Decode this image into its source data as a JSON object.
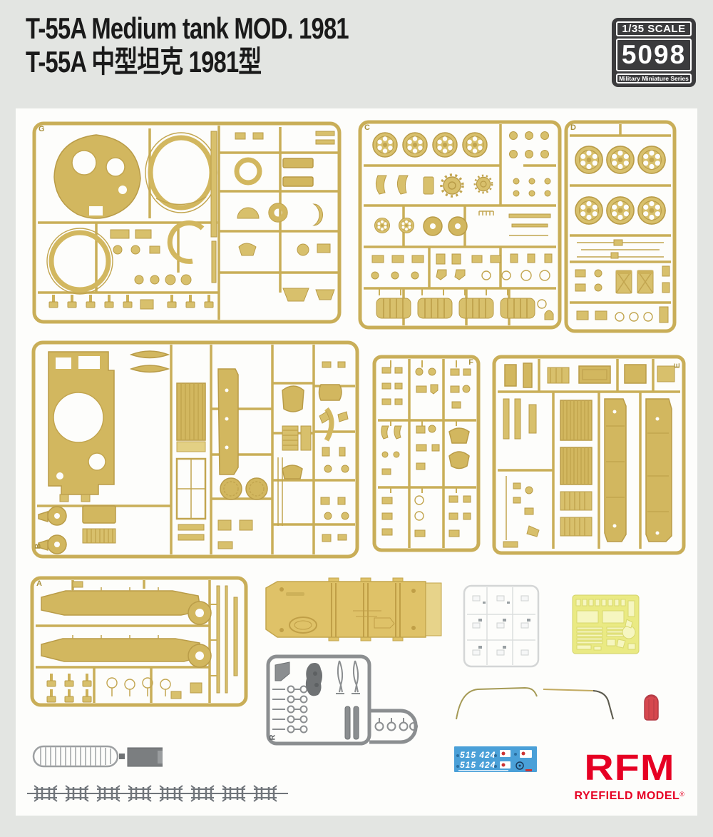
{
  "colors": {
    "page_bg": "#e3e5e2",
    "panel_bg": "#fdfdfb",
    "sprue_tan": "#d2b75f",
    "sprue_tan_dark": "#b99c48",
    "hull_yellow": "#dfc268",
    "sprue_gray": "#8b8e90",
    "track_gray": "#70757a",
    "pe_yellow": "#eaea83",
    "decal_blue": "#4aa0d8",
    "brand_red": "#e60023",
    "red_part": "#d6484f"
  },
  "header": {
    "title_line1": "T-55A Medium tank MOD. 1981",
    "title_line2": "T-55A 中型坦克 1981型",
    "badge": {
      "scale": "1/35 SCALE",
      "kit_number": "5098",
      "series": "Military Miniature Series"
    }
  },
  "sprues": {
    "letters": {
      "g": "G",
      "c": "C",
      "d": "D",
      "b": "B",
      "f": "F",
      "e": "E",
      "a": "A",
      "r": "R"
    }
  },
  "decal_sheet": {
    "row1": "515 424",
    "row2": "515 424"
  },
  "brand": {
    "logo": "RFM",
    "name": "RYEFIELD MODEL",
    "registered": "®"
  }
}
